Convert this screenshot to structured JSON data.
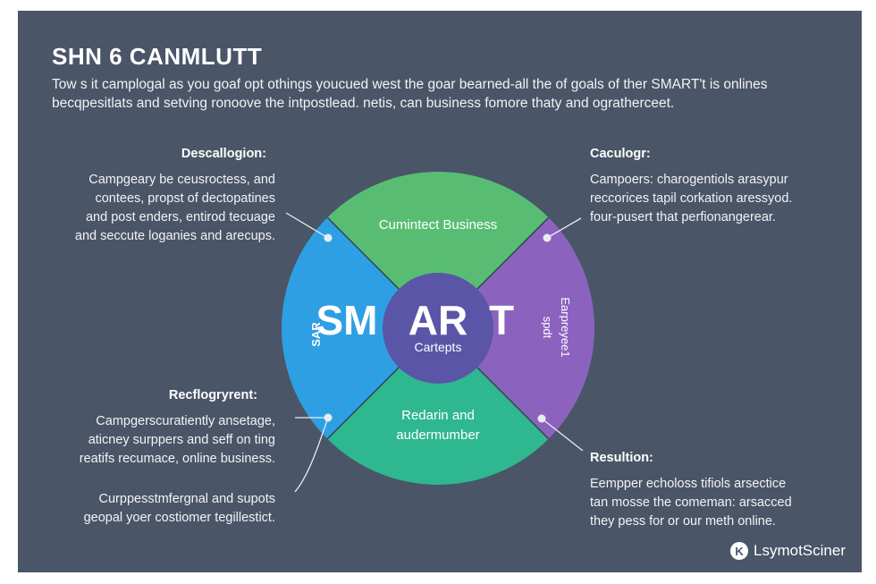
{
  "title": "SHN 6 CANMLUTT",
  "intro_lines": [
    "Tow s it camplogal as you goaf opt othings youcued west the goar bearned-all the of goals of ther SMART't is onlines",
    "becqpesitlats and setving ronoove the intpostlead. netis, can business fomore thaty and ogratherceet."
  ],
  "blocks": {
    "top_left": {
      "heading": "Descallogion:",
      "lines": [
        "Campgeary be ceusroctess, and",
        "contees, propst of dectopatines",
        "and post enders, entirod tecuage",
        "and seccute loganies and arecups."
      ]
    },
    "top_right": {
      "heading": "Caculogr:",
      "lines": [
        "Campoers: charogentiols arasypur",
        "reccorices tapil corkation aressyod.",
        "four-pusert that perfionangerear."
      ]
    },
    "mid_left": {
      "heading": "Recflogryrent:",
      "lines": [
        "Campgerscuratiently ansetage,",
        "aticney surppers and seff on ting",
        "reatifs recumace, online business."
      ]
    },
    "bottom_left": {
      "lines": [
        "Curppesstmfergnal and supots",
        "geopal yoer costiomer tegillestict."
      ]
    },
    "bottom_right": {
      "heading": "Resultion:",
      "lines": [
        "Eempper echoloss tifiols arsectice",
        "tan mosse the comeman: arsacced",
        "they pess for or our meth online."
      ]
    }
  },
  "diagram": {
    "top_segment": "Cumintect Business",
    "bottom_segment_line1": "Redarin and",
    "bottom_segment_line2": "audermumber",
    "left_segment_letters": "SM",
    "left_segment_rotated": "SAR",
    "center_letters": "AR",
    "center_label": "Cartepts",
    "right_segment_letter": "T",
    "right_segment_rotated_1": "spdt",
    "right_segment_rotated_2": "Earpreyee1",
    "colors": {
      "top": "#58bd73",
      "left": "#2f9fe4",
      "right": "#8b63bf",
      "bottom": "#2fb790",
      "center": "#5a55a6",
      "background": "#4a5567"
    }
  },
  "logo": {
    "mark": "K",
    "text": "LsymotSciner"
  }
}
